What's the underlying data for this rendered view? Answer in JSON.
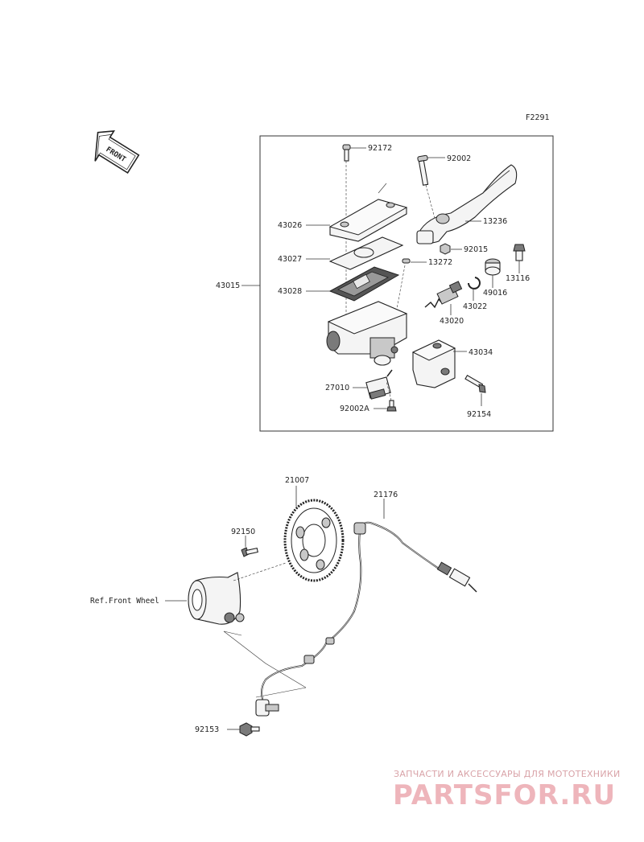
{
  "figure_code": "F2291",
  "front_badge": "FRONT",
  "callouts": {
    "p92172": "92172",
    "p92002": "92002",
    "p43026": "43026",
    "p13236": "13236",
    "p92015": "92015",
    "p43027": "43027",
    "p13272": "13272",
    "p13116": "13116",
    "p43015": "43015",
    "p43028": "43028",
    "p49016": "49016",
    "p43022": "43022",
    "p43020": "43020",
    "p43034": "43034",
    "p27010": "27010",
    "p92002A": "92002A",
    "p92154": "92154",
    "p21007": "21007",
    "p21176": "21176",
    "p92150": "92150",
    "ref_front_wheel": "Ref.Front Wheel",
    "p92153": "92153"
  },
  "watermark": {
    "line1": "ЗАПЧАСТИ И АКСЕССУАРЫ ДЛЯ МОТОТЕХНИКИ",
    "line2": "PARTSFOR.RU"
  }
}
